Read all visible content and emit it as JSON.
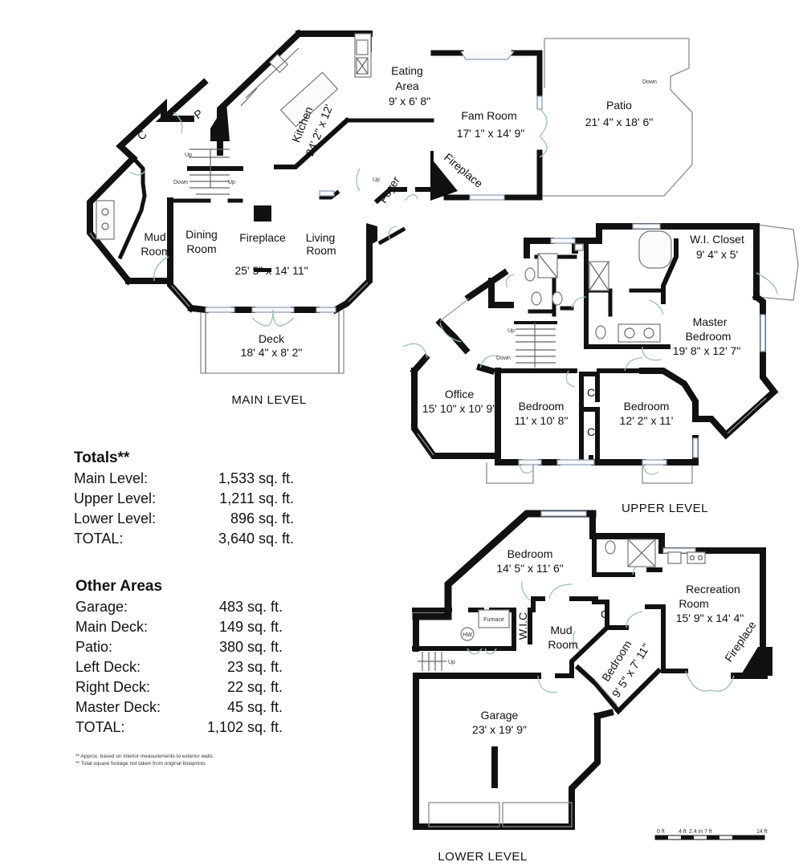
{
  "levels": {
    "main": "MAIN LEVEL",
    "upper": "UPPER LEVEL",
    "lower": "LOWER LEVEL"
  },
  "rooms": {
    "main": {
      "eating_name": "Eating",
      "eating_name2": "Area",
      "eating_size": "9' x 6' 8\"",
      "kitchen_name": "Kitchen",
      "kitchen_size": "24' 2\" x 12'",
      "famroom_name": "Fam Room",
      "famroom_size": "17' 1\" x 14' 9\"",
      "patio_name": "Patio",
      "patio_size": "21' 4\" x 18' 6\"",
      "fireplace_angled": "Fireplace",
      "foyer": "Foyer",
      "closet": "C",
      "pantry": "P",
      "mud_name": "Mud",
      "mud_name2": "Room",
      "dining_name": "Dining",
      "dining_name2": "Room",
      "fireplace": "Fireplace",
      "living_name": "Living",
      "living_name2": "Room",
      "great_size": "25' 5\" x 14' 11\"",
      "deck_name": "Deck",
      "deck_size": "18' 4\" x 8' 2\"",
      "stair_up": "Up",
      "stair_down": "Down",
      "stair_up2": "Up",
      "patio_down": "Down",
      "foyer_up": "Up"
    },
    "upper": {
      "wi_closet_name": "W.I. Closet",
      "wi_closet_size": "9' 4\" x 5'",
      "master_name": "Master",
      "master_name2": "Bedroom",
      "master_size": "19' 8\" x 12' 7\"",
      "office_name": "Office",
      "office_size": "15' 10\" x 10' 9\"",
      "bed1_name": "Bedroom",
      "bed1_size": "11' x 10' 8\"",
      "bed2_name": "Bedroom",
      "bed2_size": "12' 2\" x 11'",
      "closet1": "C",
      "closet2": "C",
      "stair_up": "Up",
      "stair_down": "Down"
    },
    "lower": {
      "bed_name": "Bedroom",
      "bed_size": "14' 5\" x 11' 6\"",
      "rec_name": "Recreation",
      "rec_name2": "Room",
      "rec_size": "15' 9\" x 14' 4\"",
      "furnace": "Furnace",
      "hw": "HW",
      "wic": "W.I.C",
      "mud_name": "Mud",
      "mud_name2": "Room",
      "closet": "C",
      "bed2_name": "Bedroom",
      "bed2_size": "9' 5\" x 7' 11\"",
      "fireplace": "Fireplace",
      "garage_name": "Garage",
      "garage_size": "23' x 19' 9\"",
      "stair_up": "Up"
    }
  },
  "scale": {
    "t0": "0 ft",
    "t1": "4 ft",
    "t2": "2.4 in 7 ft",
    "t3": "14 ft"
  },
  "totals": {
    "heading": "Totals**",
    "rows": [
      {
        "label": "Main Level:",
        "value": "1,533 sq. ft."
      },
      {
        "label": "Upper Level:",
        "value": "1,211 sq. ft."
      },
      {
        "label": "Lower Level:",
        "value": "896 sq. ft."
      },
      {
        "label": "TOTAL:",
        "value": "3,640 sq. ft."
      }
    ]
  },
  "other_areas": {
    "heading": "Other Areas",
    "rows": [
      {
        "label": "Garage:",
        "value": "483 sq. ft."
      },
      {
        "label": "Main Deck:",
        "value": "149 sq. ft."
      },
      {
        "label": "Patio:",
        "value": "380 sq. ft."
      },
      {
        "label": "Left Deck:",
        "value": "23 sq. ft."
      },
      {
        "label": "Right Deck:",
        "value": "22 sq. ft."
      },
      {
        "label": "Master Deck:",
        "value": "45 sq. ft."
      },
      {
        "label": "TOTAL:",
        "value": "1,102 sq. ft."
      }
    ]
  },
  "notes": [
    "** Approx. based on interior measurements to exterior walls",
    "** Total square footage not taken from original blueprints"
  ]
}
